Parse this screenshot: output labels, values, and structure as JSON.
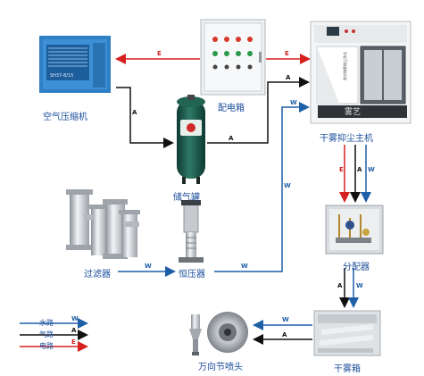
{
  "components": {
    "air_compressor": "空气压缩机",
    "control_box": "配电箱",
    "main_unit": "干雾抑尘主机",
    "tank": "储气罐",
    "filter": "过滤器",
    "pump": "恒压器",
    "distributor": "分配器",
    "nozzle": "万向节喷头",
    "fog_box": "干雾箱"
  },
  "product_text": {
    "compressor_plate": "SH37-8/15",
    "brand": "雾艺",
    "main_unit_sticker": "景尚微雾除尘净化"
  },
  "line_codes": {
    "water": "W",
    "air": "A",
    "electric": "E"
  },
  "legend": [
    {
      "label": "水路",
      "code": "W",
      "color": "#1f5fa8"
    },
    {
      "label": "气路",
      "code": "A",
      "color": "#000000"
    },
    {
      "label": "电路",
      "code": "E",
      "color": "#d62020"
    }
  ],
  "colors": {
    "water": "#1f5fa8",
    "air": "#111111",
    "electric": "#d62020"
  }
}
